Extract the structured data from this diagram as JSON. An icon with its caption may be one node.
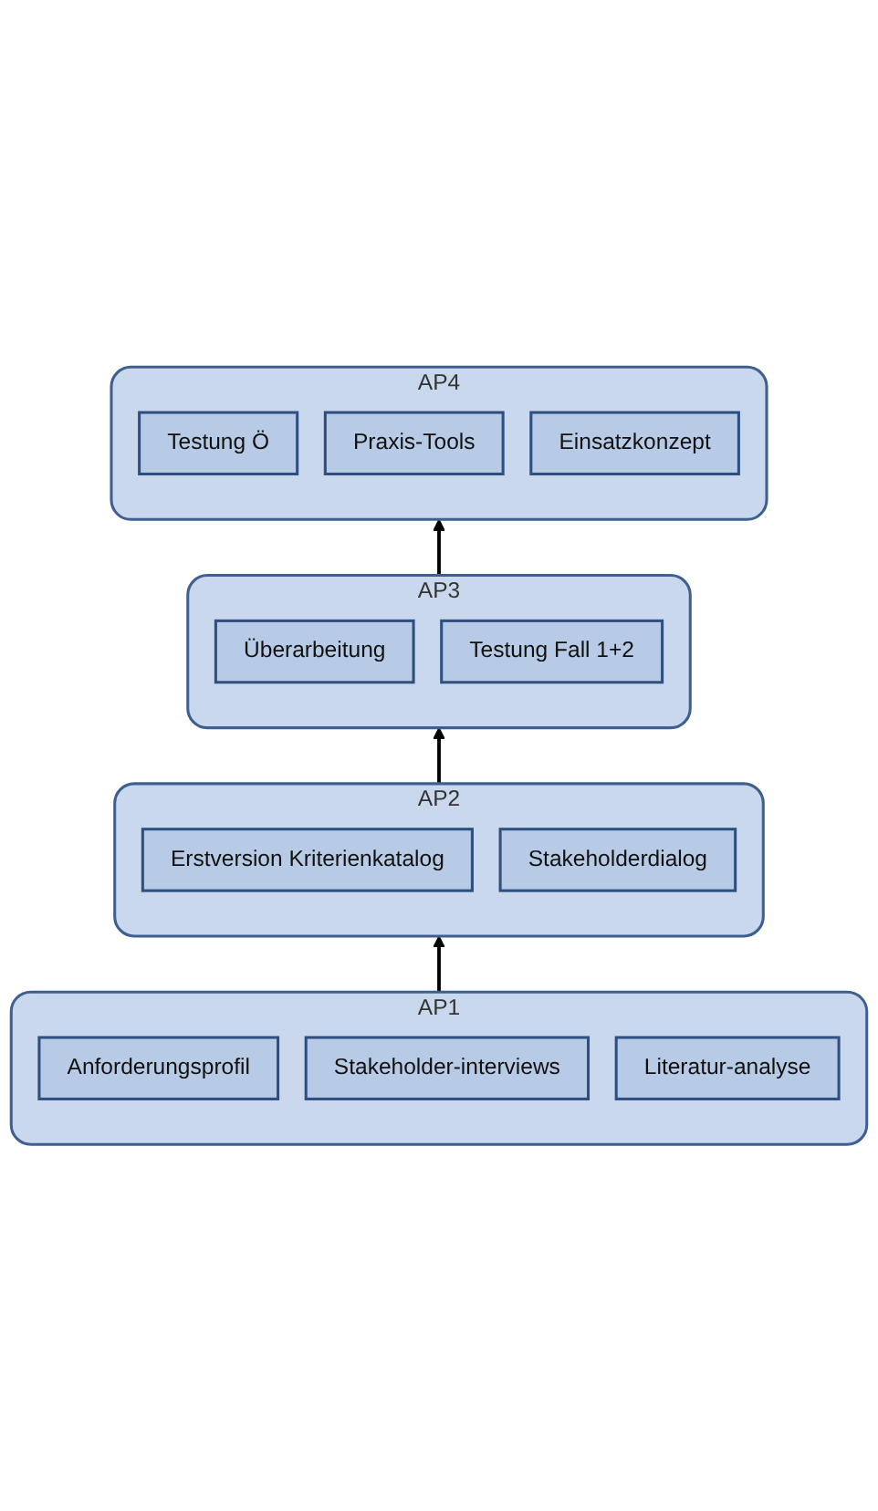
{
  "diagram": {
    "nodes": [
      {
        "text": [
          "AP4"
        ]
      },
      {
        "text": [
          "Testung Ö"
        ],
        "in": 0
      },
      {
        "text": [
          "Praxis-Tools"
        ],
        "in": 0
      },
      {
        "text": [
          "Einsatzkonzept"
        ],
        "in": 0
      },
      {
        "text": [
          "AP3"
        ]
      },
      {
        "text": [
          "Überarbeitung"
        ],
        "in": 4
      },
      {
        "text": [
          "Testung Fall 1+2"
        ],
        "in": 4
      },
      {
        "text": [
          "AP2"
        ]
      },
      {
        "text": [
          "Erstversion Kriterienkatalog"
        ],
        "in": 7
      },
      {
        "text": [
          "Stakeholderdialog"
        ],
        "in": 7
      },
      {
        "text": [
          "AP1"
        ]
      },
      {
        "text": [
          "Anforderungsprofil"
        ],
        "in": 10
      },
      {
        "text": [
          "Stakeholder-interviews"
        ],
        "in": 10
      },
      {
        "text": [
          "Literatur-analyse"
        ],
        "in": 10
      }
    ],
    "edges": [
      {
        "from": 10,
        "to": 7,
        "arrow": "to"
      },
      {
        "from": 7,
        "to": 4,
        "arrow": "to"
      },
      {
        "from": 4,
        "to": 0,
        "arrow": "to"
      }
    ]
  }
}
